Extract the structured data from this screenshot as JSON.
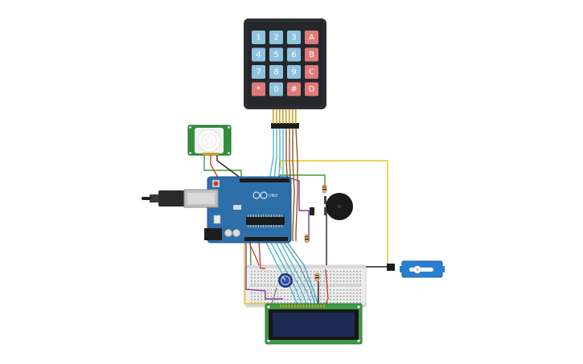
{
  "keypad": {
    "rows": [
      [
        {
          "label": "1",
          "kind": "num"
        },
        {
          "label": "2",
          "kind": "num"
        },
        {
          "label": "3",
          "kind": "num"
        },
        {
          "label": "A",
          "kind": "letter"
        }
      ],
      [
        {
          "label": "4",
          "kind": "num"
        },
        {
          "label": "5",
          "kind": "num"
        },
        {
          "label": "6",
          "kind": "num"
        },
        {
          "label": "B",
          "kind": "letter"
        }
      ],
      [
        {
          "label": "7",
          "kind": "num"
        },
        {
          "label": "8",
          "kind": "num"
        },
        {
          "label": "9",
          "kind": "num"
        },
        {
          "label": "C",
          "kind": "letter"
        }
      ],
      [
        {
          "label": "*",
          "kind": "special"
        },
        {
          "label": "0",
          "kind": "num"
        },
        {
          "label": "#",
          "kind": "special"
        },
        {
          "label": "D",
          "kind": "letter"
        }
      ]
    ]
  },
  "arduino": {
    "brand": "UNO"
  },
  "colors": {
    "keypad_body": "#2e2f33",
    "key_num": "#8ec3e0",
    "key_letter": "#e07a7a",
    "arduino_board": "#2d6fa8",
    "pir_board": "#2f8f3a",
    "lcd_board": "#3c9a44",
    "lcd_screen": "#1d2a52",
    "servo_body": "#2b7fd1",
    "buzzer": "#1a1a1a",
    "breadboard": "#ececec",
    "wire_yellow": "#e6c71c",
    "wire_green": "#3e9a3e",
    "wire_red": "#d33b3b",
    "wire_black": "#222222",
    "wire_purple": "#7b3fa0",
    "wire_cyan": "#55b7cf",
    "wire_brown": "#8b5a2b"
  }
}
